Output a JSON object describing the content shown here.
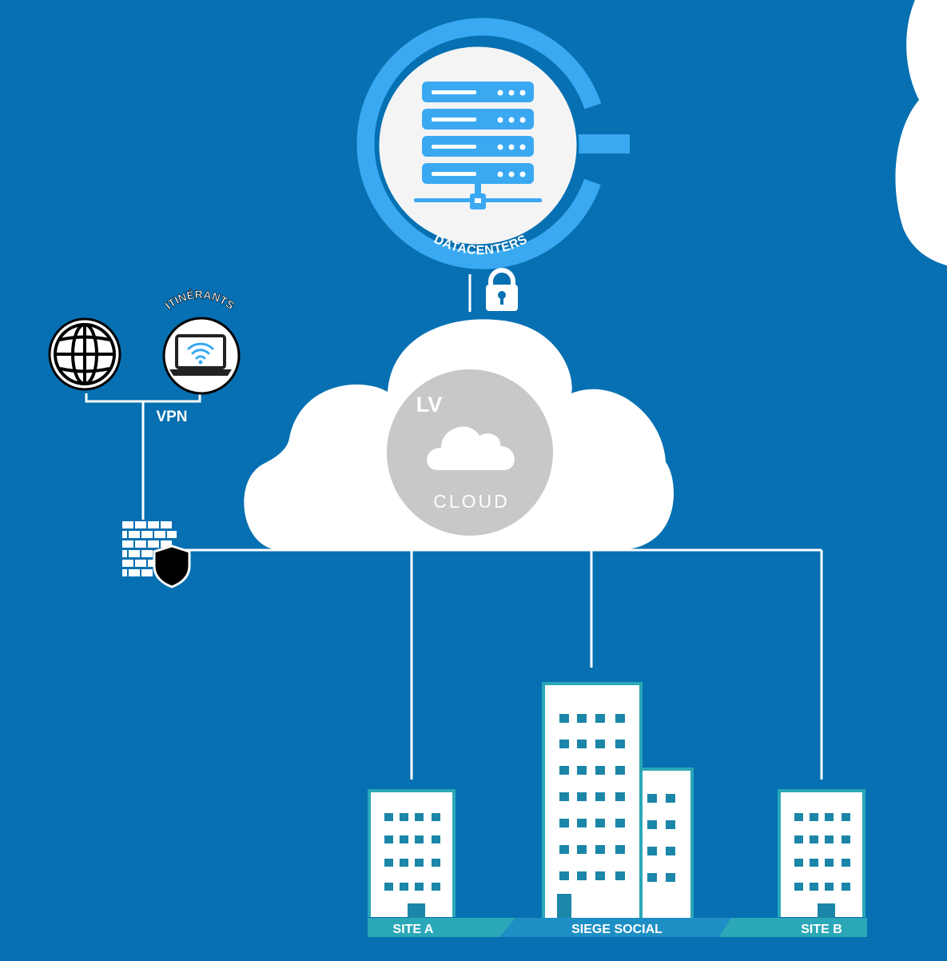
{
  "colors": {
    "background": "#0670b2",
    "line": "#ffffff",
    "accent_light_blue": "#3aa9f2",
    "cloud_badge": "#c8c8c8",
    "building_window": "#1b86a8",
    "building_edge": "#2aa8b8"
  },
  "datacenter": {
    "label": "DATACENTERS",
    "icon": "server-rack-icon"
  },
  "secure_link": {
    "icon": "padlock-icon"
  },
  "cloud": {
    "logo_letters": "LV",
    "logo_word": "CLOUD",
    "icon": "cloud-icon"
  },
  "remote": {
    "internet_icon": "globe-icon",
    "laptop_icon": "laptop-wifi-icon",
    "itinerants_label": "ITINÉRANTS",
    "vpn_label": "VPN"
  },
  "firewall": {
    "icon": "firewall-shield-icon"
  },
  "sites": {
    "site_a": "SITE A",
    "headquarters": "SIEGE SOCIAL",
    "site_b": "SITE B"
  }
}
